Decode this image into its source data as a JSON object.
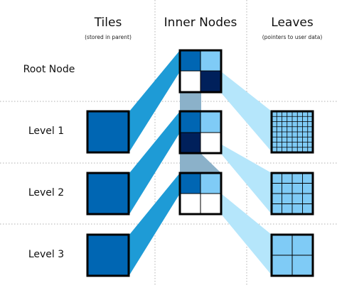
{
  "columns": {
    "tiles": {
      "title": "Tiles",
      "subtitle": "(stored in parent)"
    },
    "inner": {
      "title": "Inner Nodes",
      "subtitle": ""
    },
    "leaves": {
      "title": "Leaves",
      "subtitle": "(pointers to user data)"
    }
  },
  "rows": [
    {
      "label": "Root Node"
    },
    {
      "label": "Level 1"
    },
    {
      "label": "Level 2"
    },
    {
      "label": "Level 3"
    }
  ],
  "colors": {
    "tile_dark": "#0066b3",
    "navy": "#00205b",
    "light_blue": "#7fcbf6",
    "connector_mid": "#1e9bd6",
    "connector_light": "#b5e6fb",
    "connector_gray": "#8bb1c9",
    "divider": "#b0b0b0"
  }
}
